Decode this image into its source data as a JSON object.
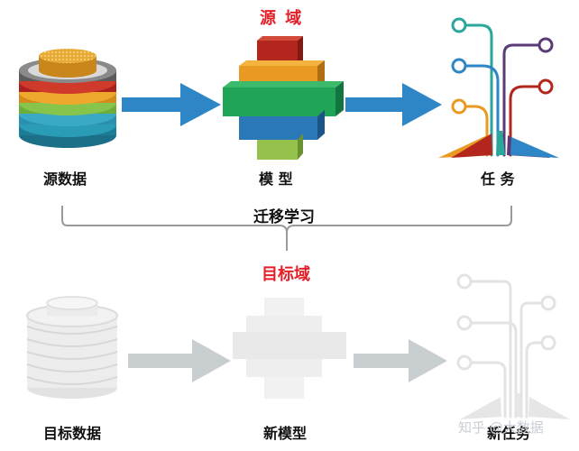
{
  "top": {
    "domain_title": "源 域",
    "source_data_label": "源数据",
    "model_label": "模 型",
    "task_label": "任 务"
  },
  "bracket_label": "迁移学习",
  "bottom": {
    "domain_title": "目标域",
    "target_data_label": "目标数据",
    "new_model_label": "新模型",
    "new_task_label": "新任务"
  },
  "watermark": "知乎 @大数据",
  "colors": {
    "arrow_blue": "#2e86c6",
    "arrow_gray": "#c9cfd1",
    "title_red": "#e3202a",
    "faded": "#e6e6e6"
  }
}
